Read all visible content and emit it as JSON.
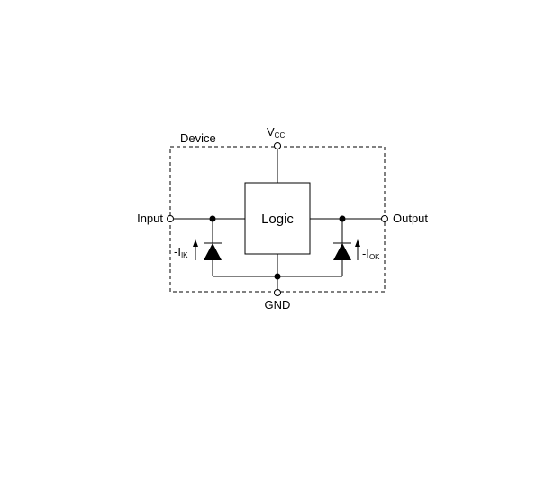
{
  "diagram": {
    "device_label": "Device",
    "logic_label": "Logic",
    "vcc": {
      "main": "V",
      "sub": "CC"
    },
    "gnd_label": "GND",
    "input_label": "Input",
    "output_label": "Output",
    "input_current": {
      "main": "-I",
      "sub": "IK"
    },
    "output_current": {
      "main": "-I",
      "sub": "OK"
    }
  }
}
